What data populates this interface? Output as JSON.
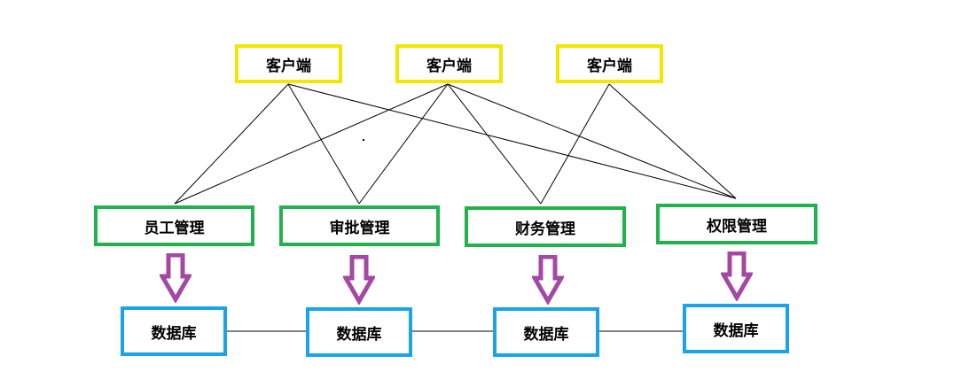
{
  "colors": {
    "client_border": "#f2e600",
    "service_border": "#22b14c",
    "db_border": "#1aa3e8",
    "arrow": "#a349a4",
    "line": "#000000"
  },
  "clients": [
    {
      "label": "客户端"
    },
    {
      "label": "客户端"
    },
    {
      "label": "客户端"
    }
  ],
  "services": [
    {
      "label": "员工管理"
    },
    {
      "label": "审批管理"
    },
    {
      "label": "财务管理"
    },
    {
      "label": "权限管理"
    }
  ],
  "databases": [
    {
      "label": "数据库"
    },
    {
      "label": "数据库"
    },
    {
      "label": "数据库"
    },
    {
      "label": "数据库"
    }
  ]
}
